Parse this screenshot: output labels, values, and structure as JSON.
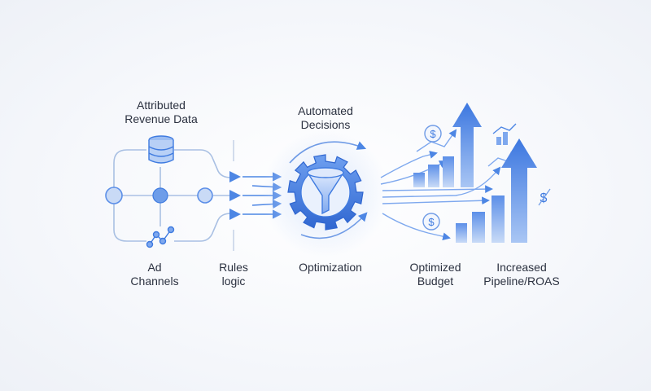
{
  "labels": {
    "attributed_revenue": [
      "Attributed",
      "Revenue Data"
    ],
    "ad_channels": [
      "Ad",
      "Channels"
    ],
    "rules_logic": [
      "Rules",
      "logic"
    ],
    "automated_decisions": [
      "Automated",
      "Decisions"
    ],
    "optimization": "Optimization",
    "optimized_budget": [
      "Optimized",
      "Budget"
    ],
    "increased_pipeline": [
      "Increased",
      "Pipeline/ROAS"
    ]
  },
  "glyphs": {
    "dollar": "$"
  },
  "icons": {
    "source": "database-icon",
    "channels": "network-icon",
    "engine": "gear-funnel-icon",
    "budget": "dollar-coin-icon",
    "growth": "bar-growth-icon"
  },
  "colors": {
    "accent": "#3f7be0",
    "accent_light": "#7ea8ee",
    "line": "#9db8e0",
    "text": "#2b3140"
  }
}
